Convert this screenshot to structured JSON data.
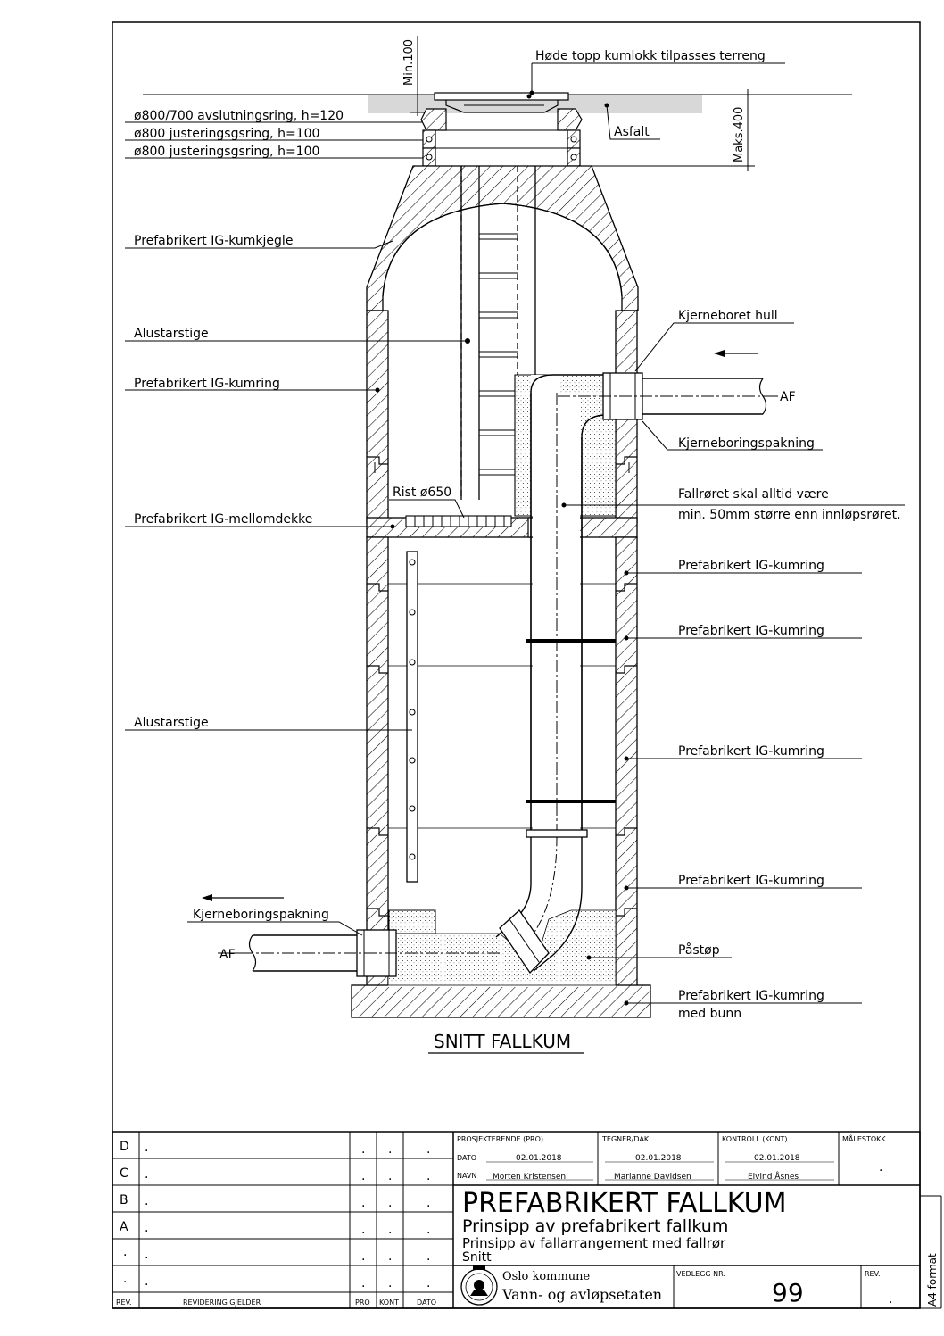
{
  "drawing": {
    "top_note": "Høde topp kumlokk tilpasses terreng",
    "min_dim": "Min.100",
    "maks_dim": "Maks.400",
    "asfalt": "Asfalt",
    "ring_120": "ø800/700 avslutningsring, h=120",
    "just_ring_1": "ø800 justeringsgsring, h=100",
    "just_ring_2": "ø800 justeringsgsring, h=100",
    "kjegle": "Prefabrikert IG-kumkjegle",
    "alustige_1": "Alustarstige",
    "kumring_left": "Prefabrikert IG-kumring",
    "rist": "Rist ø650",
    "mellomdekke": "Prefabrikert IG-mellomdekke",
    "alustige_2": "Alustarstige",
    "kjerneboringspakning_left": "Kjerneboringspakning",
    "af_left": "AF",
    "kjerneboret_hull": "Kjerneboret hull",
    "af_right": "AF",
    "kjerneboringspakning_right": "Kjerneboringspakning",
    "fallror_note_1": "Fallrøret skal alltid være",
    "fallror_note_2": "min. 50mm større enn innløpsrøret.",
    "kumring_r1": "Prefabrikert IG-kumring",
    "kumring_r2": "Prefabrikert IG-kumring",
    "kumring_r3": "Prefabrikert IG-kumring",
    "kumring_r4": "Prefabrikert IG-kumring",
    "pastop": "Påstøp",
    "kumring_bunn_1": "Prefabrikert IG-kumring",
    "kumring_bunn_2": "med bunn",
    "section_title": "SNITT FALLKUM"
  },
  "title_block": {
    "rev_letters": [
      "D",
      "C",
      "B",
      "A",
      ".",
      "."
    ],
    "rev_dots": ".",
    "rev_header": "REV.",
    "revidering_header": "REVIDERING GJELDER",
    "pro_header": "PRO",
    "kont_header": "KONT",
    "dato_header": "DATO",
    "prosjekterende_label": "PROSJEKTERENDE (PRO)",
    "tegner_label": "TEGNER/DAK",
    "kontroll_label": "KONTROLL (KONT)",
    "malestokk_label": "MÅLESTOKK",
    "malestokk_value": ".",
    "dato_label": "DATO",
    "navn_label": "NAVN",
    "pro_dato": "02.01.2018",
    "pro_navn": "Morten Kristensen",
    "tegner_dato": "02.01.2018",
    "tegner_navn": "Marianne Davidsen",
    "kont_dato": "02.01.2018",
    "kont_navn": "Eivind Åsnes",
    "title": "PREFABRIKERT FALLKUM",
    "subtitle_1": "Prinsipp av prefabrikert fallkum",
    "subtitle_2": "Prinsipp av fallarrangement med fallrør",
    "subtitle_3": "Snitt",
    "org_1": "Oslo kommune",
    "org_2": "Vann- og avløpsetaten",
    "vedlegg_label": "VEDLEGG NR.",
    "vedlegg_value": "99",
    "rev_label": "REV.",
    "rev_value": ".",
    "format": "A4 format"
  }
}
